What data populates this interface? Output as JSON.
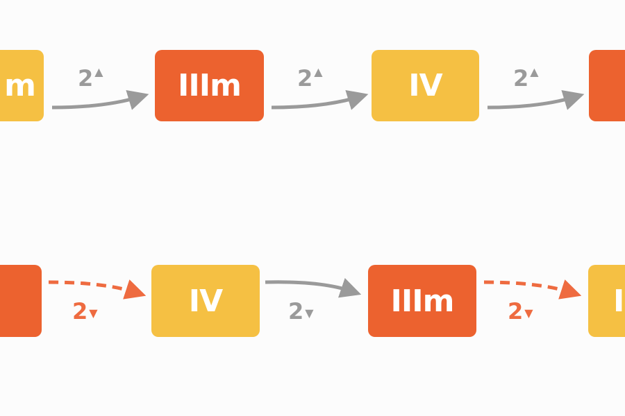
{
  "colors": {
    "yellow": "#f5c043",
    "orange": "#ec622f",
    "gray": "#9a9a9a",
    "dashed": "#ee6b40"
  },
  "top_row": {
    "nodes": [
      {
        "label": "m"
      },
      {
        "label": "IIIm"
      },
      {
        "label": "IV"
      },
      {
        "label": ""
      }
    ],
    "edges": [
      {
        "label": "2",
        "dir": "▲"
      },
      {
        "label": "2",
        "dir": "▲"
      },
      {
        "label": "2",
        "dir": "▲"
      }
    ]
  },
  "bottom_row": {
    "nodes": [
      {
        "label": ""
      },
      {
        "label": "IV"
      },
      {
        "label": "IIIm"
      },
      {
        "label": "I"
      }
    ],
    "edges": [
      {
        "label": "2",
        "dir": "▼"
      },
      {
        "label": "2",
        "dir": "▼"
      },
      {
        "label": "2",
        "dir": "▼"
      }
    ]
  }
}
